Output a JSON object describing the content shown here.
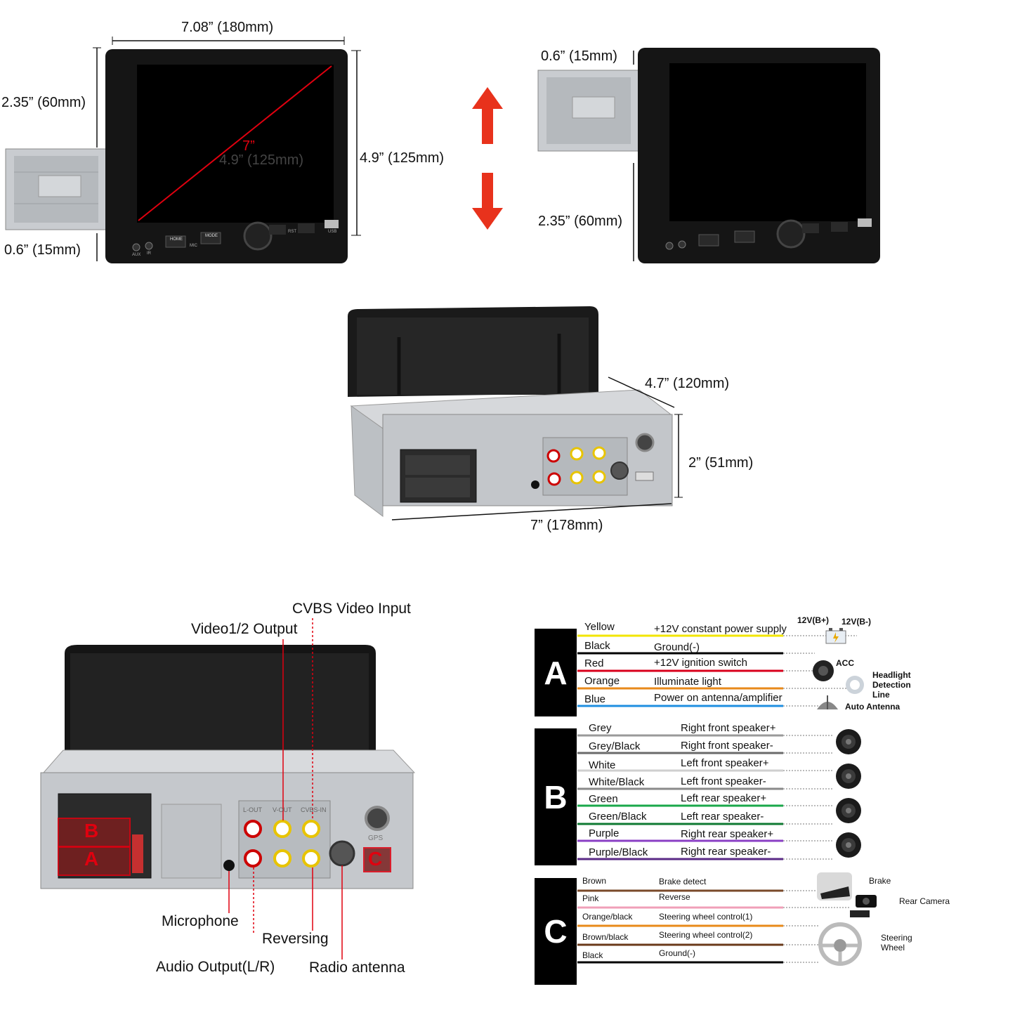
{
  "dims_top_left": {
    "width": "7.08” (180mm)",
    "depth": "2.35” (60mm)",
    "height": "4.9” (125mm)",
    "offset": "0.6” (15mm)",
    "diagonal_in": "7”",
    "diagonal_mm": "4.9” (125mm)"
  },
  "dims_top_right": {
    "offset": "0.6” (15mm)",
    "depth": "2.35” (60mm)"
  },
  "dims_middle": {
    "depth": "4.7” (120mm)",
    "height": "2” (51mm)",
    "width": "7” (178mm)"
  },
  "panel_labels": {
    "home": "HOME",
    "mode": "MODE",
    "aux": "AUX",
    "ir": "IR",
    "mic": "MIC",
    "rst": "RST",
    "usb": "USB"
  },
  "rear_labels": {
    "lout": "L-OUT",
    "vout": "V-OUT",
    "cvbsin": "CVBS-IN",
    "gps": "GPS",
    "block_b": "B",
    "block_a": "A",
    "block_c": "C"
  },
  "callouts": {
    "cvbs": "CVBS Video Input",
    "video_out": "Video1/2 Output",
    "microphone": "Microphone",
    "reversing": "Reversing",
    "audio_out": "Audio Output(L/R)",
    "radio": "Radio antenna"
  },
  "wiring": {
    "group_a": {
      "letter": "A",
      "wires": [
        {
          "color_name": "Yellow",
          "desc": "+12V constant power supply",
          "hex": "#f2e600"
        },
        {
          "color_name": "Black",
          "desc": "Ground(-)",
          "hex": "#000000"
        },
        {
          "color_name": "Red",
          "desc": "+12V ignition switch",
          "hex": "#d9001b"
        },
        {
          "color_name": "Orange",
          "desc": "Illuminate light",
          "hex": "#e88a1a"
        },
        {
          "color_name": "Blue",
          "desc": "Power on antenna/amplifier",
          "hex": "#1f8fe0"
        }
      ],
      "devices": {
        "battery_pos": "12V(B+)",
        "battery_neg": "12V(B-)",
        "acc": "ACC",
        "headlight": "Headlight Detection Line",
        "antenna": "Auto Antenna"
      }
    },
    "group_b": {
      "letter": "B",
      "wires": [
        {
          "color_name": "Grey",
          "desc": "Right front speaker+",
          "hex": "#9a9a9a"
        },
        {
          "color_name": "Grey/Black",
          "desc": "Right front speaker-",
          "hex": "#6a6a6a"
        },
        {
          "color_name": "White",
          "desc": "Left front speaker+",
          "hex": "#cfcfcf"
        },
        {
          "color_name": "White/Black",
          "desc": "Left front speaker-",
          "hex": "#8a8a8a"
        },
        {
          "color_name": "Green",
          "desc": "Left rear speaker+",
          "hex": "#1aa84a"
        },
        {
          "color_name": "Green/Black",
          "desc": "Left rear speaker-",
          "hex": "#0f7a32"
        },
        {
          "color_name": "Purple",
          "desc": "Right rear speaker+",
          "hex": "#8a3fc4"
        },
        {
          "color_name": "Purple/Black",
          "desc": "Right rear speaker-",
          "hex": "#5a2a86"
        }
      ]
    },
    "group_c": {
      "letter": "C",
      "wires": [
        {
          "color_name": "Brown",
          "desc": "Brake detect",
          "hex": "#7a4a2a"
        },
        {
          "color_name": "Pink",
          "desc": "Reverse",
          "hex": "#f0a0b8"
        },
        {
          "color_name": "Orange/black",
          "desc": "Steering wheel control(1)",
          "hex": "#e88a1a"
        },
        {
          "color_name": "Brown/black",
          "desc": "Steering wheel control(2)",
          "hex": "#6a3a1a"
        },
        {
          "color_name": "Black",
          "desc": "Ground(-)",
          "hex": "#000000"
        }
      ],
      "devices": {
        "brake": "Brake",
        "camera": "Rear Camera",
        "steering": "Steering Wheel"
      }
    }
  }
}
